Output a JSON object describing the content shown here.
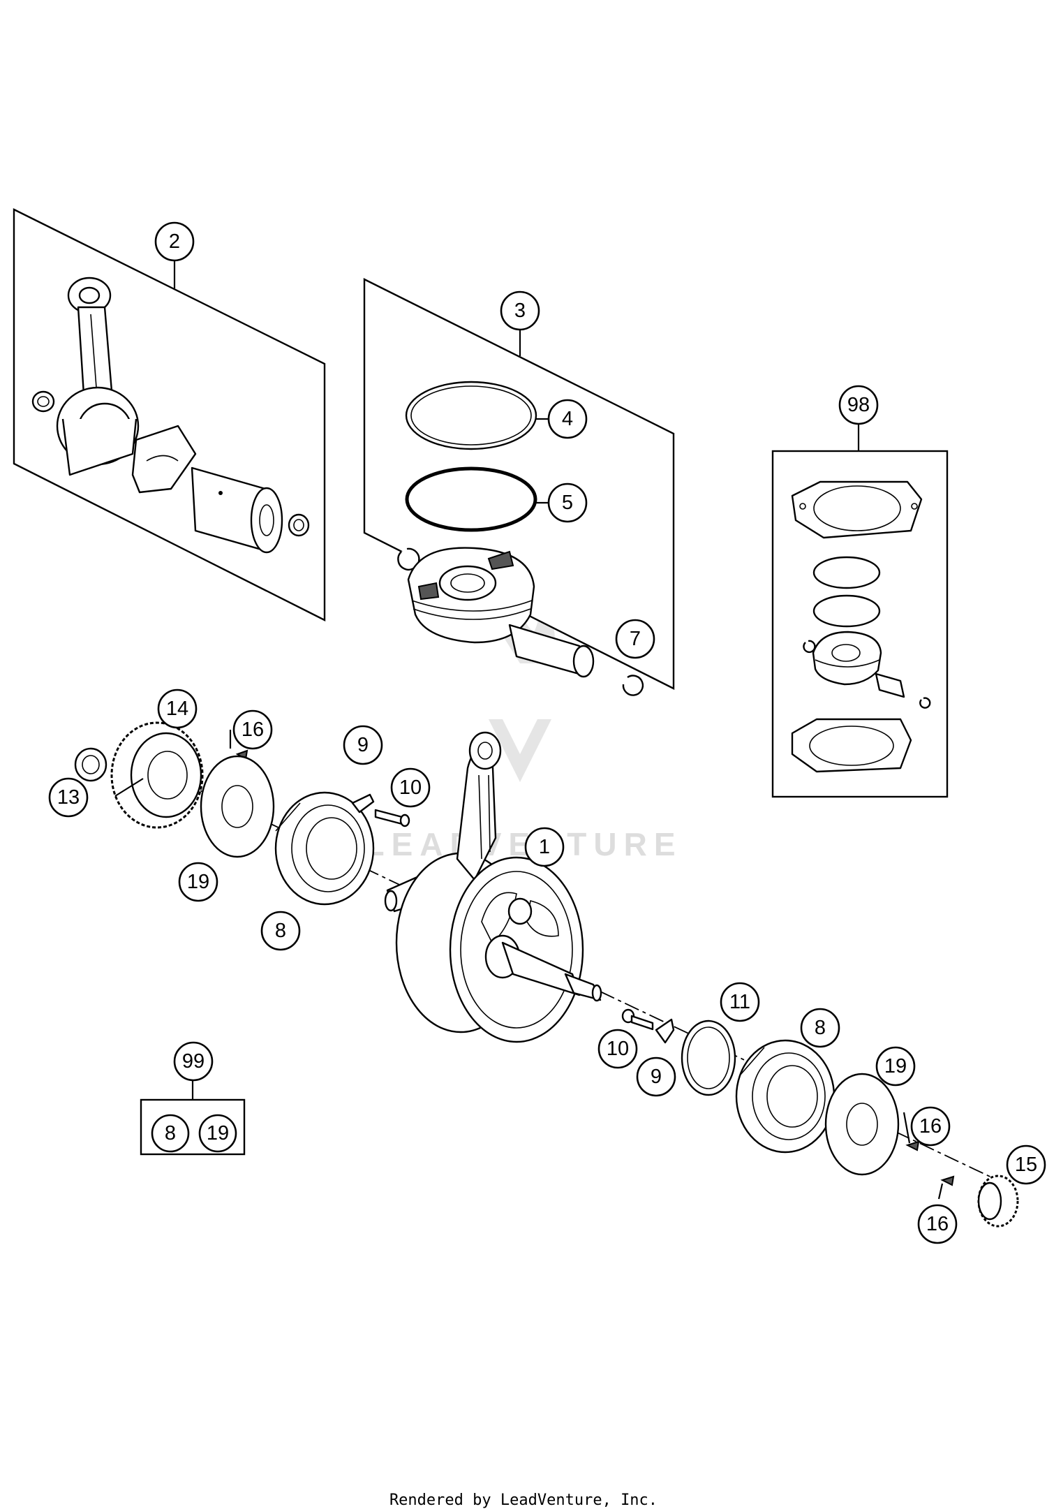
{
  "watermark": {
    "text": "LEADVENTURE"
  },
  "footer": {
    "credit": "Rendered by LeadVenture, Inc."
  },
  "callouts": [
    {
      "label": "2"
    },
    {
      "label": "3"
    },
    {
      "label": "4"
    },
    {
      "label": "5"
    },
    {
      "label": "7"
    },
    {
      "label": "98"
    },
    {
      "label": "14"
    },
    {
      "label": "16"
    },
    {
      "label": "13"
    },
    {
      "label": "9"
    },
    {
      "label": "10"
    },
    {
      "label": "1"
    },
    {
      "label": "19"
    },
    {
      "label": "8"
    },
    {
      "label": "11"
    },
    {
      "label": "8"
    },
    {
      "label": "10"
    },
    {
      "label": "9"
    },
    {
      "label": "19"
    },
    {
      "label": "16"
    },
    {
      "label": "15"
    },
    {
      "label": "16"
    },
    {
      "label": "99"
    },
    {
      "label": "8"
    },
    {
      "label": "19"
    }
  ],
  "colors": {
    "ink": "#000000",
    "paper": "#ffffff",
    "watermark": "#cfcfcf"
  }
}
